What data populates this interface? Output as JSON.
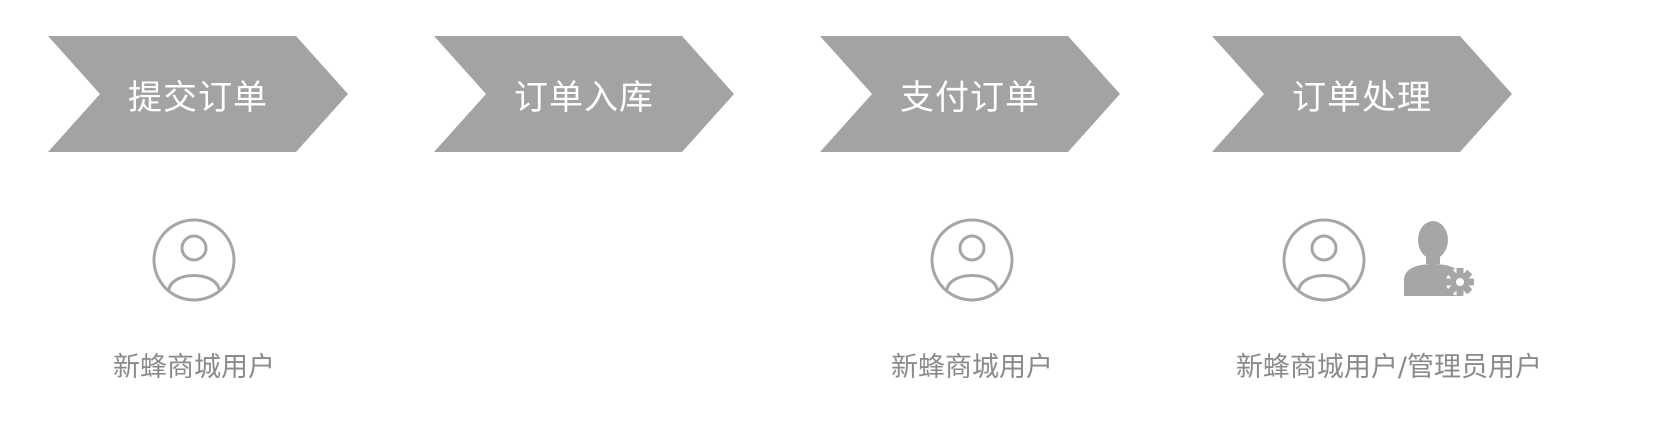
{
  "flow": {
    "steps": [
      {
        "label": "提交订单"
      },
      {
        "label": "订单入库"
      },
      {
        "label": "支付订单"
      },
      {
        "label": "订单处理"
      }
    ],
    "actors": {
      "step1": "新蜂商城用户",
      "step3": "新蜂商城用户",
      "step4": "新蜂商城用户/管理员用户"
    },
    "icons": {
      "user": "user-circle-icon",
      "admin": "admin-gear-icon"
    }
  },
  "colors": {
    "chevron": "#a3a3a3",
    "chevron_text": "#ffffff",
    "icon": "#a6a6a6",
    "actor_text": "#8a8a8a"
  }
}
